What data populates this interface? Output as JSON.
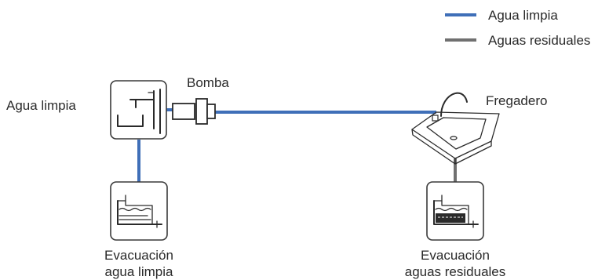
{
  "legend": [
    {
      "label": "Agua limpia",
      "color": "#3f6fb8"
    },
    {
      "label": "Aguas residuales",
      "color": "#707070"
    }
  ],
  "nodes": {
    "clean_tank": {
      "label": "Agua limpia",
      "icon": "clean-water-tank-icon"
    },
    "pump": {
      "label": "Bomba",
      "icon": "pump-icon"
    },
    "sink": {
      "label": "Fregadero",
      "icon": "sink-icon"
    },
    "clean_drain": {
      "label_line1": "Evacuación",
      "label_line2": "agua limpia",
      "icon": "clean-drain-icon"
    },
    "waste_drain": {
      "label_line1": "Evacuación",
      "label_line2": "aguas residuales",
      "icon": "waste-drain-icon"
    }
  },
  "colors": {
    "clean": "#3f6fb8",
    "waste": "#707070",
    "outline": "#3a3a3a"
  }
}
